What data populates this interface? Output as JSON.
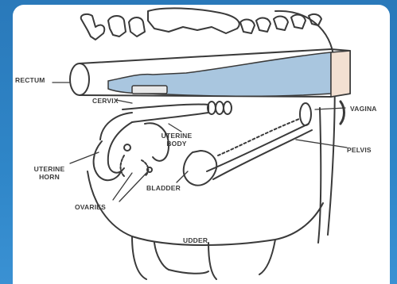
{
  "labels": {
    "rectum": "RECTUM",
    "cervix": "CERVIX",
    "vagina": "VAGINA",
    "uterine_body_1": "UTERINE",
    "uterine_body_2": "BODY",
    "pelvis": "PELVIS",
    "uterine_horn_1": "UTERINE",
    "uterine_horn_2": "HORN",
    "bladder": "BLADDER",
    "ovaries": "OVARIES",
    "udder": "UDDER"
  },
  "colors": {
    "frame": "#2d7fc0",
    "sleeve": "#a9c6df",
    "sleeve_tail": "#f3e0d2",
    "line": "#3a3a3a"
  }
}
